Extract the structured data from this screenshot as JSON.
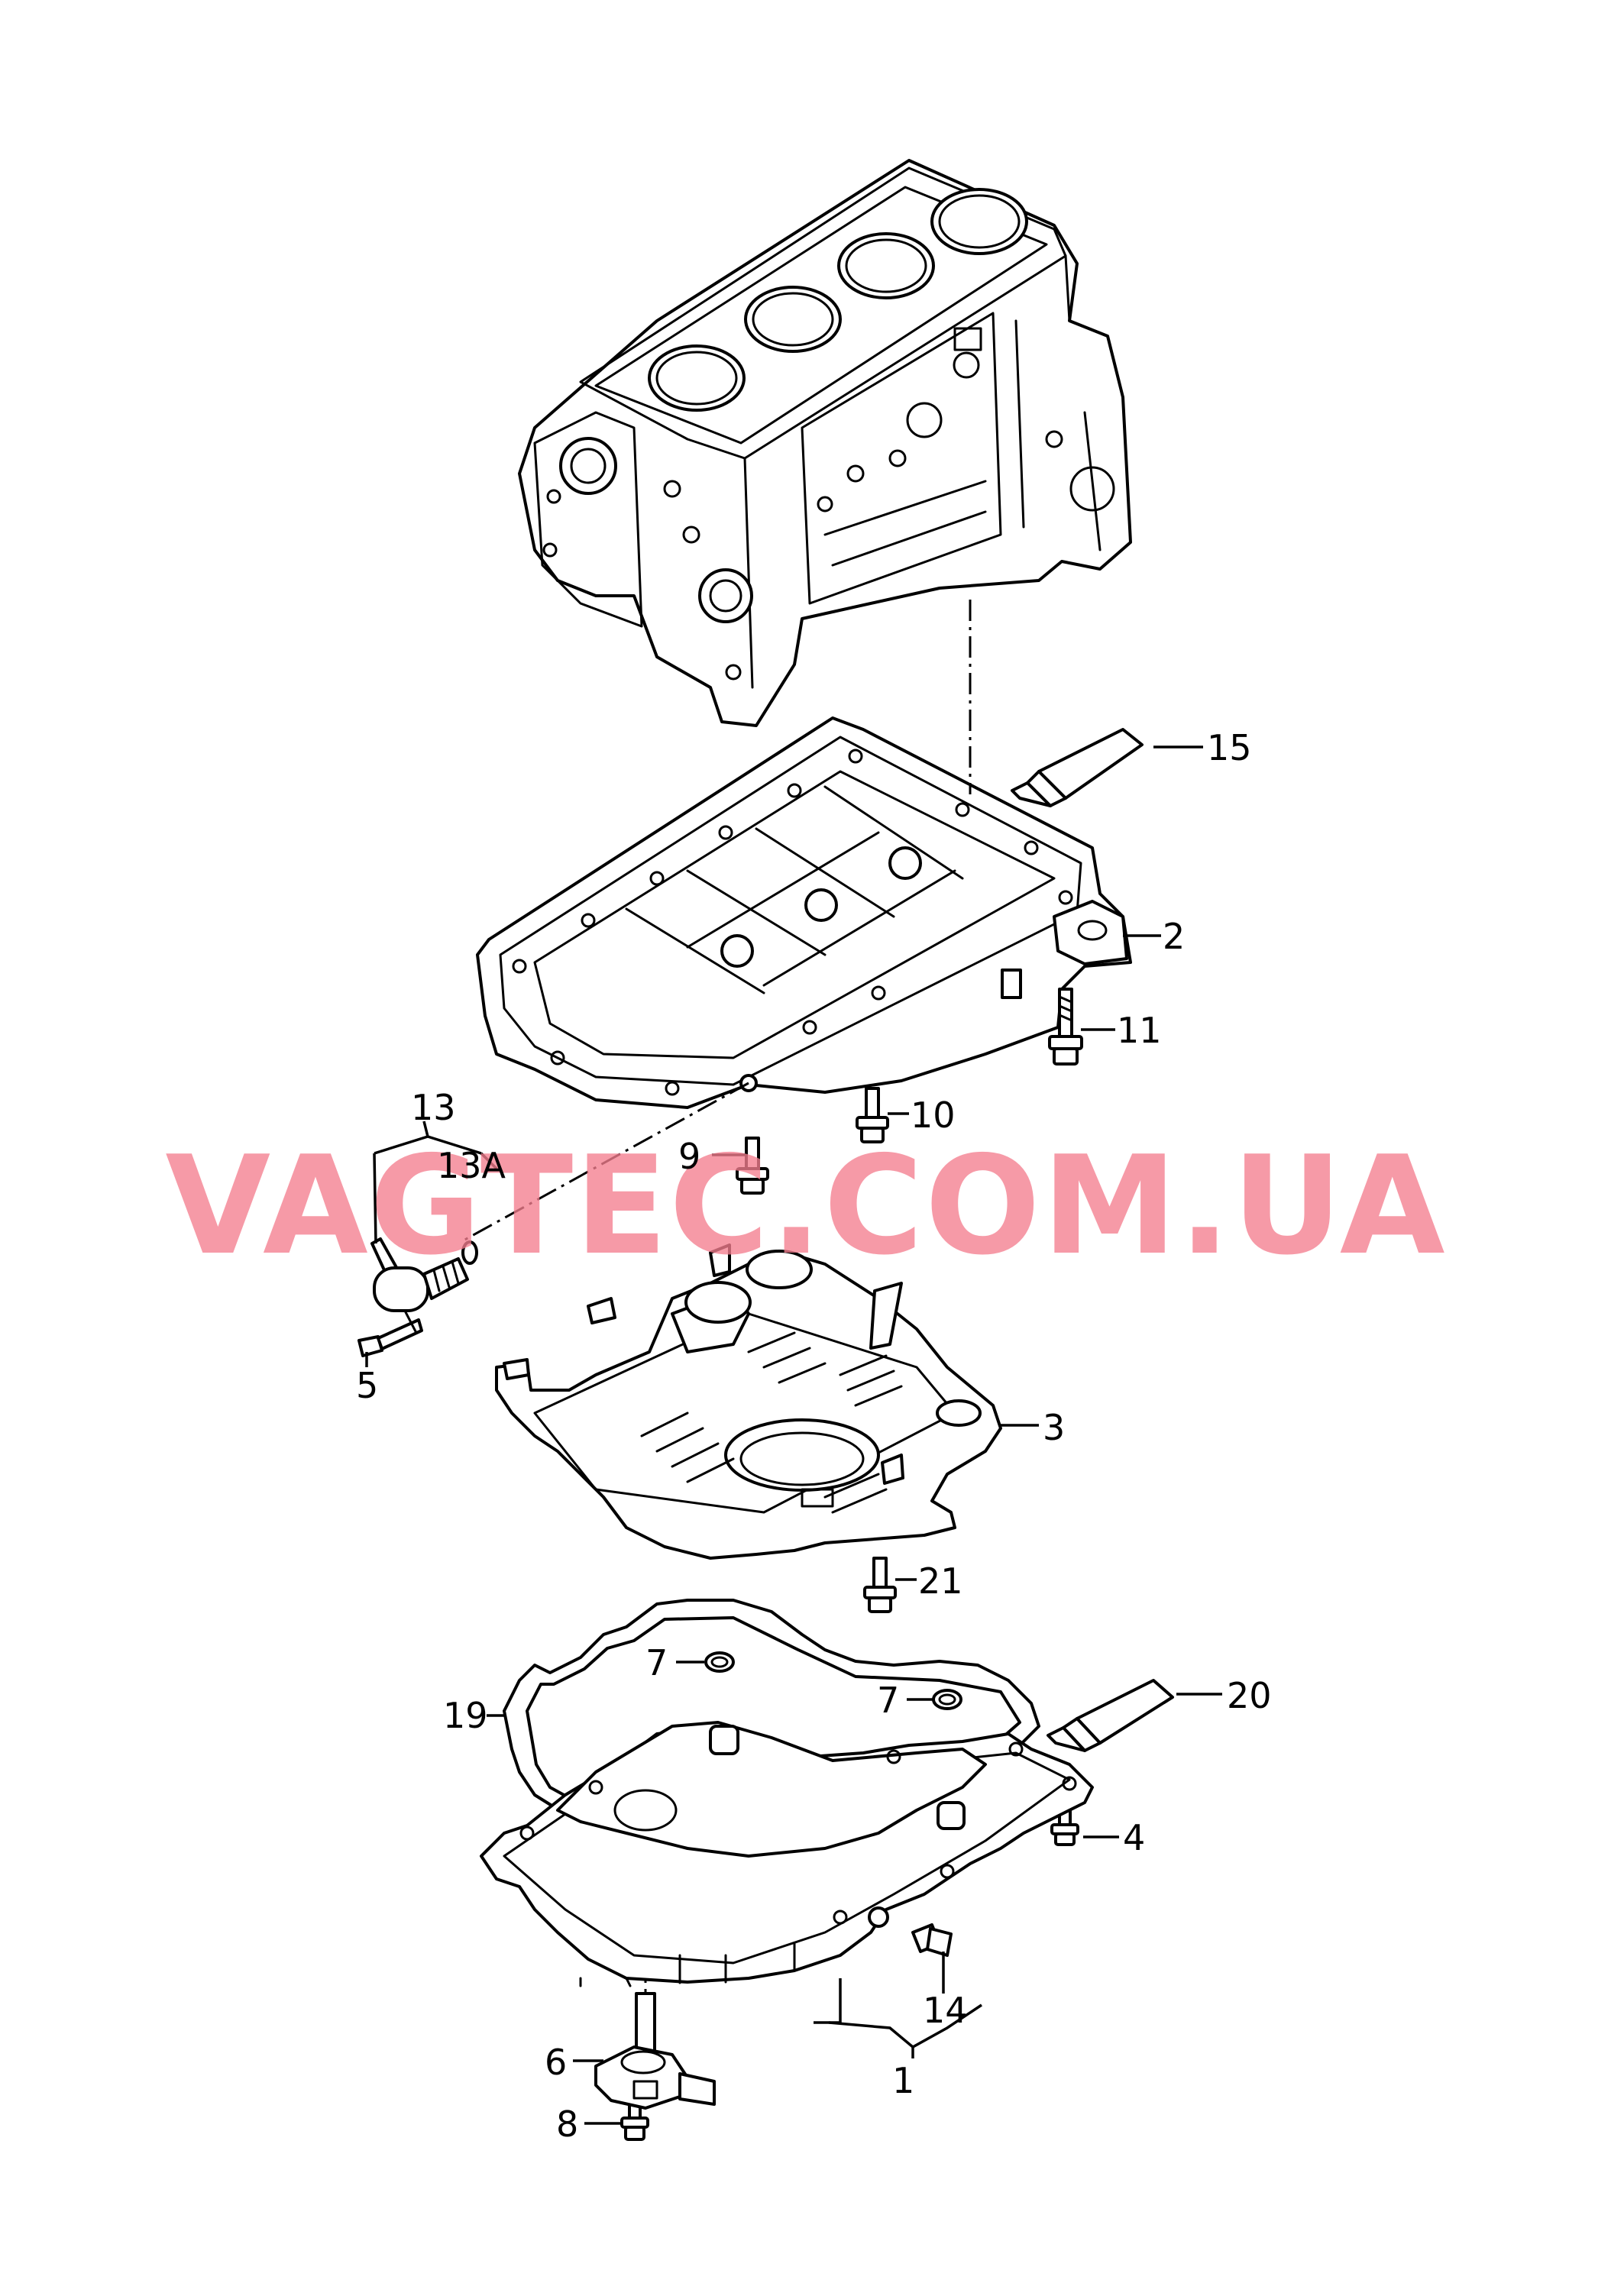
{
  "watermark": {
    "text": "VAGTEC.COM.UA",
    "color": "#f47d8e"
  },
  "callouts": {
    "c1": "1",
    "c2": "2",
    "c3": "3",
    "c4": "4",
    "c5": "5",
    "c6": "6",
    "c7a": "7",
    "c7b": "7",
    "c8": "8",
    "c9": "9",
    "c10": "10",
    "c11": "11",
    "c13": "13",
    "c13a": "13A",
    "c14": "14",
    "c15": "15",
    "c19": "19",
    "c20": "20",
    "c21": "21"
  },
  "parts": [
    "cylinder-block",
    "sealant-tube",
    "oil-pan-upper",
    "bolt",
    "bolt",
    "bolt",
    "oil-level-sensor-assembly",
    "baffle-plate",
    "bolt",
    "gasket",
    "o-ring",
    "o-ring",
    "sealant-tube",
    "oil-pan-lower",
    "drain-plug",
    "oil-level-sensor",
    "bolt"
  ]
}
